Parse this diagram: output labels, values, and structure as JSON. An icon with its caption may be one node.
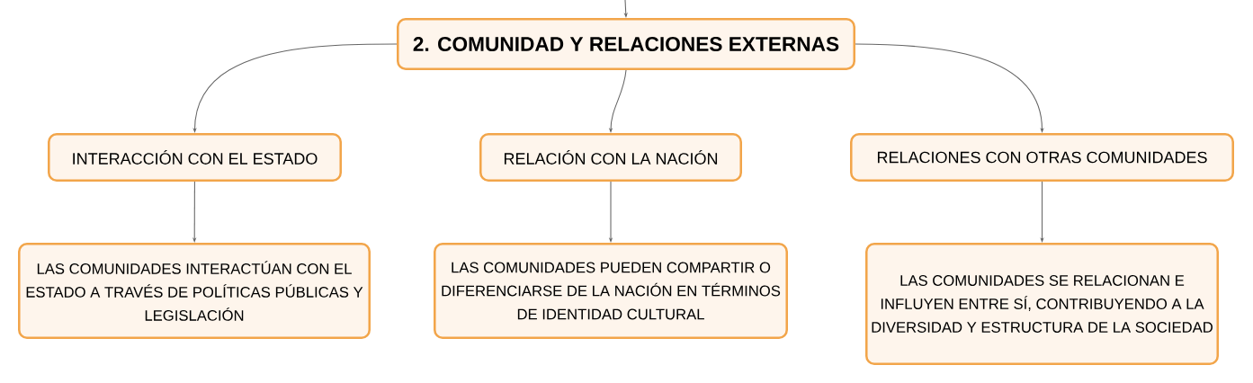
{
  "diagram": {
    "nodes": [
      {
        "text": [
          "2. COMUNIDAD Y RELACIONES EXTERNAS"
        ]
      },
      {
        "text": [
          "INTERACCIÓN CON EL ESTADO"
        ]
      },
      {
        "text": [
          "RELACIÓN CON LA NACIÓN"
        ]
      },
      {
        "text": [
          "RELACIONES CON OTRAS COMUNIDADES"
        ]
      },
      {
        "text": [
          "LAS COMUNIDADES INTERACTÚAN CON EL ESTADO A TRAVÉS DE POLÍTICAS PÚBLICAS Y LEGISLACIÓN"
        ]
      },
      {
        "text": [
          "LAS COMUNIDADES PUEDEN COMPARTIR O DIFERENCIARSE DE LA NACIÓN EN TÉRMINOS DE IDENTIDAD CULTURAL"
        ]
      },
      {
        "text": [
          "LAS COMUNIDADES SE RELACIONAN E INFLUYEN ENTRE SÍ, CONTRIBUYENDO A LA DIVERSIDAD Y ESTRUCTURA DE LA SOCIEDAD"
        ]
      }
    ],
    "edges": [
      {
        "from": null,
        "to": 0,
        "arrow": "to"
      },
      {
        "from": 0,
        "to": 1,
        "arrow": "to"
      },
      {
        "from": 0,
        "to": 2,
        "arrow": "to"
      },
      {
        "from": 0,
        "to": 3,
        "arrow": "to"
      },
      {
        "from": 1,
        "to": 4,
        "arrow": "to"
      },
      {
        "from": 2,
        "to": 5,
        "arrow": "to"
      },
      {
        "from": 3,
        "to": 6,
        "arrow": "to"
      }
    ]
  }
}
